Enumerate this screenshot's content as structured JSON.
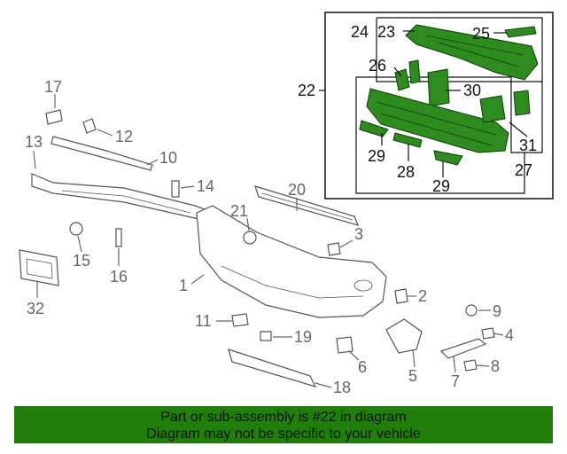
{
  "callouts": {
    "c1": "1",
    "c2": "2",
    "c3": "3",
    "c4": "4",
    "c5": "5",
    "c6": "6",
    "c7": "7",
    "c8": "8",
    "c9": "9",
    "c10": "10",
    "c11": "11",
    "c12": "12",
    "c13": "13",
    "c14": "14",
    "c15": "15",
    "c16": "16",
    "c17": "17",
    "c18": "18",
    "c19": "19",
    "c20": "20",
    "c21": "21",
    "c22": "22",
    "c23": "23",
    "c24": "24",
    "c25": "25",
    "c26": "26",
    "c27": "27",
    "c28": "28",
    "c29a": "29",
    "c29b": "29",
    "c30": "30",
    "c31": "31",
    "c32": "32"
  },
  "banner": {
    "line1": "Part or sub-assembly is #22 in diagram",
    "line2": "Diagram may not be specific to your vehicle"
  },
  "colors": {
    "highlight_green": "#2e8b1e",
    "banner_green": "#1f7f0a",
    "line_gray": "#666666"
  }
}
